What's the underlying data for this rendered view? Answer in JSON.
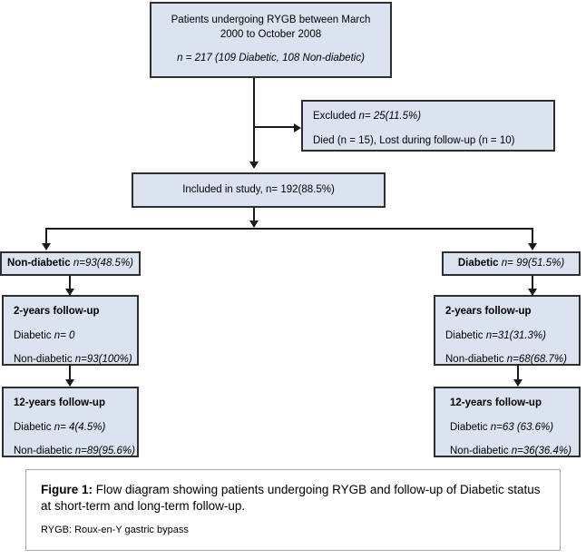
{
  "figure": {
    "caption_label": "Figure 1:",
    "caption_text": " Flow diagram showing patients undergoing RYGB and follow-up of Diabetic status at short-term and long-term follow-up.",
    "abbreviation_note": "RYGB: Roux-en-Y gastric bypass"
  },
  "colors": {
    "box_fill": "#dbe2f0",
    "box_border": "#2e2e2e",
    "connector": "#1a1a1a",
    "caption_border": "#aaaaaa",
    "page_background": "#ffffff"
  },
  "nodes": {
    "enrollment": {
      "line1": "Patients undergoing RYGB between March",
      "line2": "2000 to October 2008",
      "line3": "n = 217 (109 Diabetic, 108 Non-diabetic)"
    },
    "excluded": {
      "line1": "Excluded n= 25(11.5%)",
      "line2": "Died (n = 15), Lost during follow-up (n = 10)"
    },
    "included": {
      "line1": "Included in study, n= 192(88.5%)"
    },
    "nondiabetic_header": {
      "bold_part": "Non-diabetic ",
      "value_part": "n=93(48.5%)"
    },
    "diabetic_header": {
      "bold_part": "Diabetic ",
      "value_part": "n= 99(51.5%)"
    },
    "nondiabetic_2y": {
      "title": "2-years follow-up",
      "line1": "Diabetic n= 0",
      "line2": "Non-diabetic n=93(100%)"
    },
    "nondiabetic_12y": {
      "title": "12-years follow-up",
      "line1": "Diabetic n= 4(4.5%)",
      "line2": "Non-diabetic n=89(95.6%)"
    },
    "diabetic_2y": {
      "title": "2-years follow-up",
      "line1": "Diabetic n=31(31.3%)",
      "line2": "Non-diabetic n=68(68.7%)"
    },
    "diabetic_12y": {
      "title": "12-years follow-up",
      "line1": "Diabetic n=63 (63.6%)",
      "line2": "Non-diabetic n=36(36.4%)"
    }
  },
  "flow_data": {
    "type": "flowchart",
    "total_enrolled": 217,
    "enrolled_diabetic": 109,
    "enrolled_nondiabetic": 108,
    "excluded_n": 25,
    "excluded_pct": 11.5,
    "died_n": 15,
    "lost_followup_n": 10,
    "included_n": 192,
    "included_pct": 88.5,
    "branches": [
      {
        "name": "Non-diabetic",
        "n": 93,
        "pct": 48.5,
        "followups": [
          {
            "label": "2-years follow-up",
            "diabetic_n": 0,
            "diabetic_pct": null,
            "nondiabetic_n": 93,
            "nondiabetic_pct": 100
          },
          {
            "label": "12-years follow-up",
            "diabetic_n": 4,
            "diabetic_pct": 4.5,
            "nondiabetic_n": 89,
            "nondiabetic_pct": 95.6
          }
        ]
      },
      {
        "name": "Diabetic",
        "n": 99,
        "pct": 51.5,
        "followups": [
          {
            "label": "2-years follow-up",
            "diabetic_n": 31,
            "diabetic_pct": 31.3,
            "nondiabetic_n": 68,
            "nondiabetic_pct": 68.7
          },
          {
            "label": "12-years follow-up",
            "diabetic_n": 63,
            "diabetic_pct": 63.6,
            "nondiabetic_n": 36,
            "nondiabetic_pct": 36.4
          }
        ]
      }
    ]
  }
}
